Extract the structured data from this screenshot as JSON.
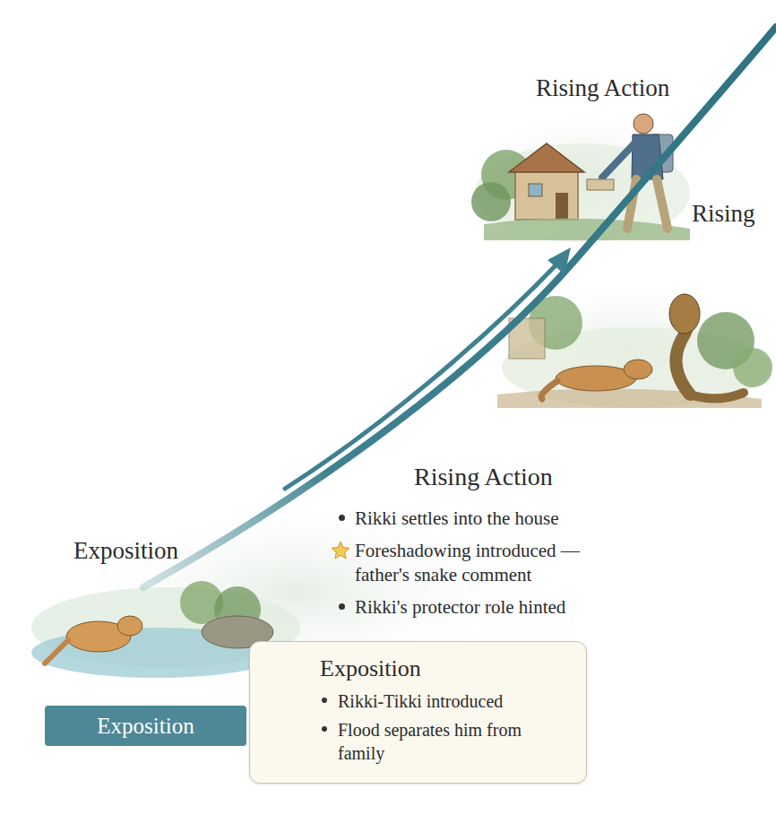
{
  "diagram": {
    "nodes": [
      {
        "text": [
          "Exposition",
          "Rikki-Tikki introduced",
          "Flood separates him from family"
        ]
      },
      {
        "text": [
          "Exposition"
        ]
      }
    ],
    "labels": [
      "Rising Action",
      "Rising",
      "Rising Action",
      "Rikki settles into the house",
      "Foreshadowing introduced — father's snake comment",
      "Rikki's protector role hinted",
      "Exposition"
    ]
  }
}
